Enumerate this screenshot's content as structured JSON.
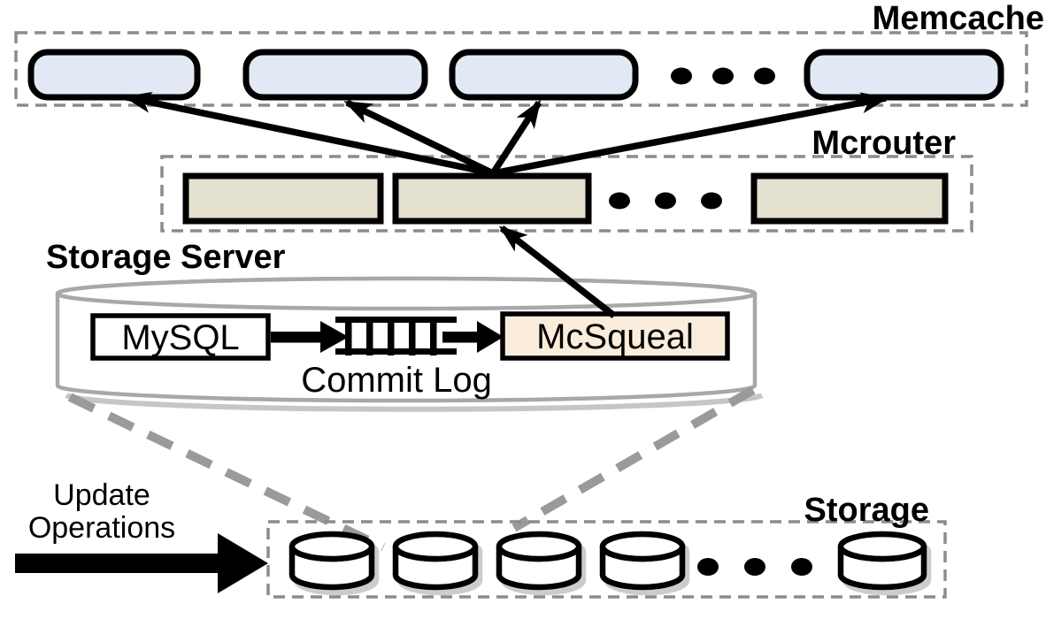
{
  "labels": {
    "memcache": "Memcache",
    "mcrouter": "Mcrouter",
    "storage_server": "Storage Server",
    "storage": "Storage",
    "mysql": "MySQL",
    "mcsqueal": "McSqueal",
    "commit_log": "Commit Log",
    "update_operations_line1": "Update",
    "update_operations_line2": "Operations"
  },
  "colors": {
    "memcache_node_fill": "#E2E9F4",
    "mcrouter_node_fill": "#E4E1D0",
    "mcsqueal_fill": "#FAEDDC",
    "mysql_fill": "#FFFFFF",
    "node_border": "#000000",
    "dashed_container_border": "#8C8C8C",
    "server_cylinder_stroke": "#A8A8A8",
    "funnel_dash": "#9A9A9A",
    "arrow": "#000000"
  },
  "layers": {
    "memcache": {
      "visible_nodes": 4,
      "has_ellipsis": true
    },
    "mcrouter": {
      "visible_nodes": 3,
      "has_ellipsis": true
    },
    "storage": {
      "visible_nodes": 5,
      "has_ellipsis": true
    }
  },
  "flows": [
    {
      "from": "MySQL",
      "to": "Commit Log"
    },
    {
      "from": "Commit Log",
      "to": "McSqueal"
    },
    {
      "from": "McSqueal",
      "to": "Mcrouter"
    },
    {
      "from": "Mcrouter",
      "to": "Memcache",
      "fanout_arrows": 4
    },
    {
      "from": "Update Operations",
      "to": "Storage"
    }
  ]
}
